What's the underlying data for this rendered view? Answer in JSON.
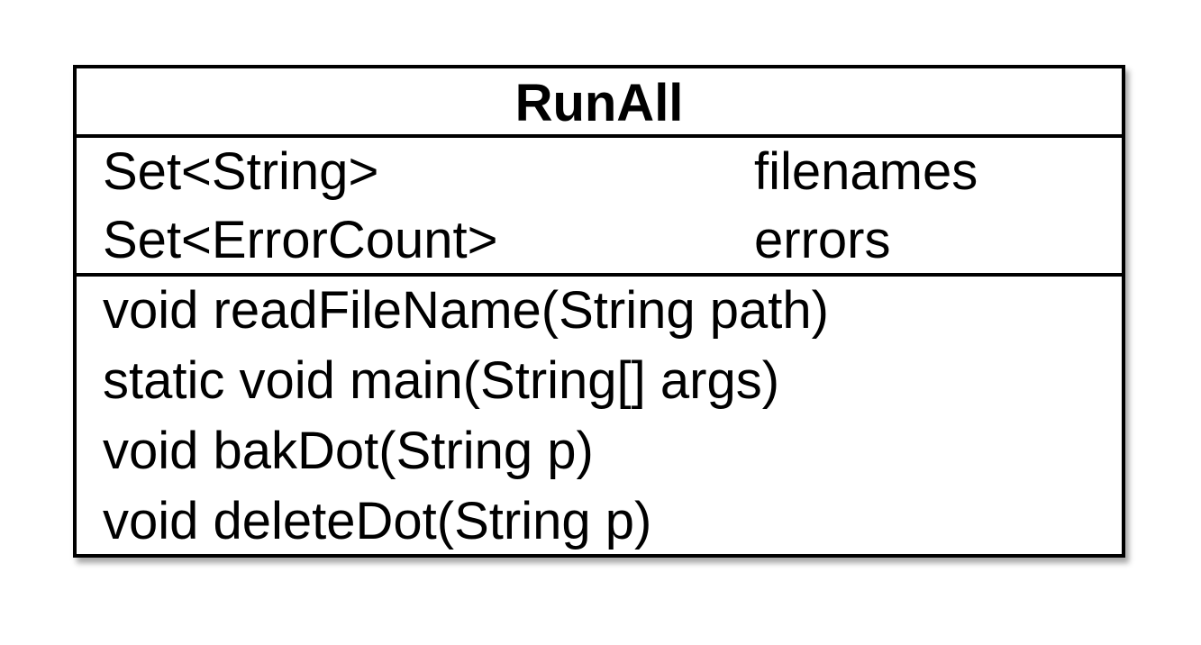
{
  "class": {
    "name": "RunAll",
    "attributes": [
      {
        "type": "Set<String>",
        "name": "filenames"
      },
      {
        "type": "Set<ErrorCount>",
        "name": "errors"
      }
    ],
    "operations": [
      "void readFileName(String path)",
      "static void main(String[] args)",
      "void bakDot(String p)",
      "void deleteDot(String p)"
    ]
  }
}
